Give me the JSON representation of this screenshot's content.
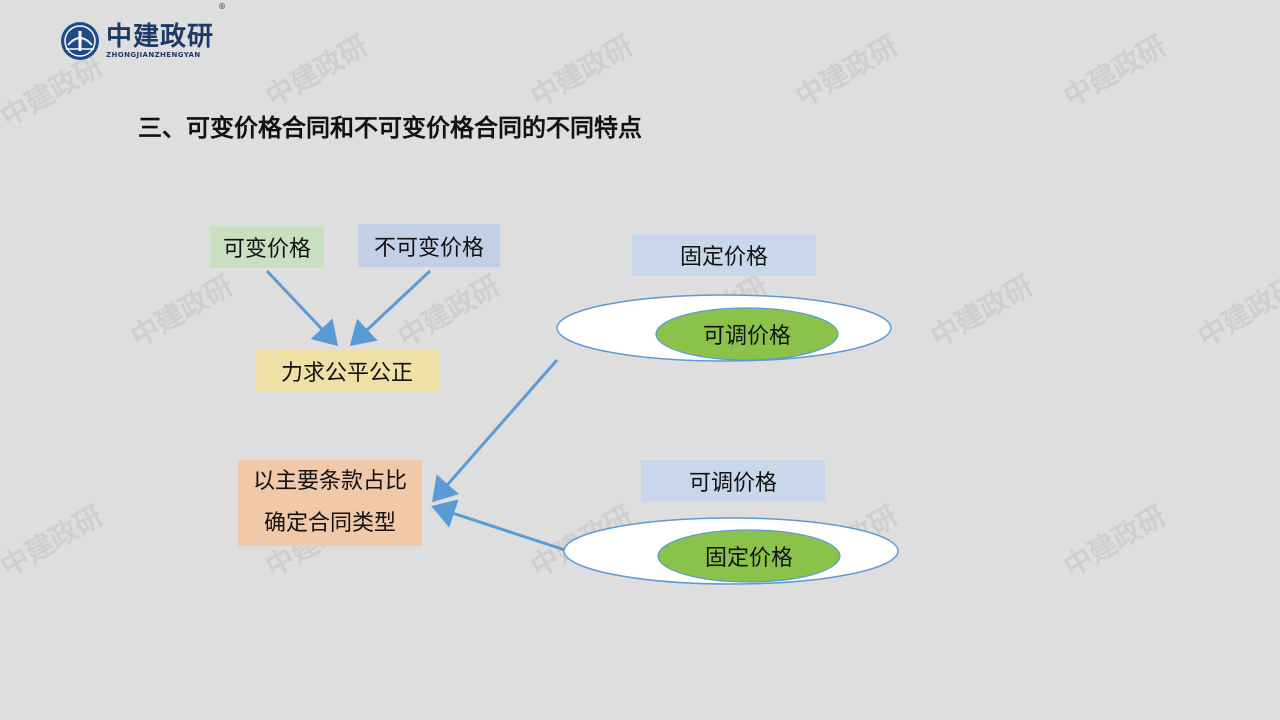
{
  "logo": {
    "main": "中建政研",
    "sub": "ZHONGJIANZHENGYAN",
    "reg": "®"
  },
  "watermark": "中建政研",
  "title": "三、可变价格合同和不可变价格合同的不同特点",
  "nodes": {
    "variable_price": "可变价格",
    "invariable_price": "不可变价格",
    "fair": "力求公平公正",
    "determine_line1": "以主要条款占比",
    "determine_line2": "确定合同类型",
    "fixed_price_label": "固定价格",
    "adjustable_price_inner": "可调价格",
    "adjustable_price_label": "可调价格",
    "fixed_price_inner": "固定价格"
  },
  "colors": {
    "arrow": "#5b9bd5",
    "ellipse_outline": "#5b9bd5",
    "inner_ellipse": "#8bc34a"
  }
}
